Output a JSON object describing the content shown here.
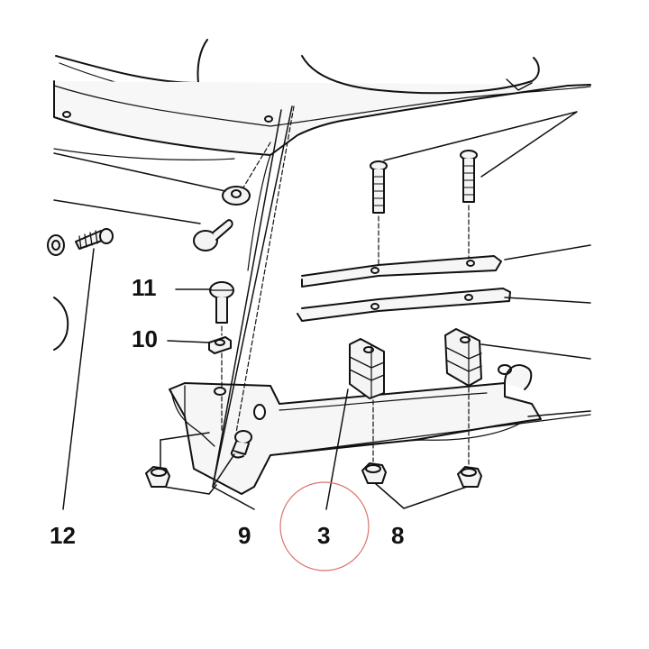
{
  "callouts": {
    "c11": "11",
    "c10": "10",
    "c12": "12",
    "c9": "9",
    "c3": "3",
    "c8": "8"
  },
  "colors": {
    "line": "#111111",
    "part_fill": "#f4f4f4",
    "highlight_circle": "#d9736f"
  }
}
